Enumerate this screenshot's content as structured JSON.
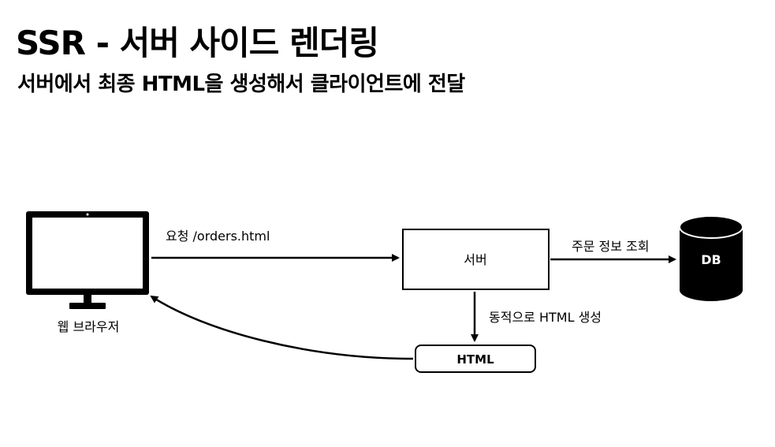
{
  "header": {
    "title": "SSR - 서버 사이드 렌더링",
    "subtitle": "서버에서 최종 HTML을 생성해서 클라이언트에 전달"
  },
  "diagram": {
    "browser_label": "웹 브라우저",
    "request_label": "요청 /orders.html",
    "server_label": "서버",
    "db_query_label": "주문 정보 조회",
    "db_label": "DB",
    "generate_label": "동적으로 HTML 생성",
    "html_label": "HTML"
  },
  "colors": {
    "foreground": "#000000",
    "background": "#ffffff"
  }
}
